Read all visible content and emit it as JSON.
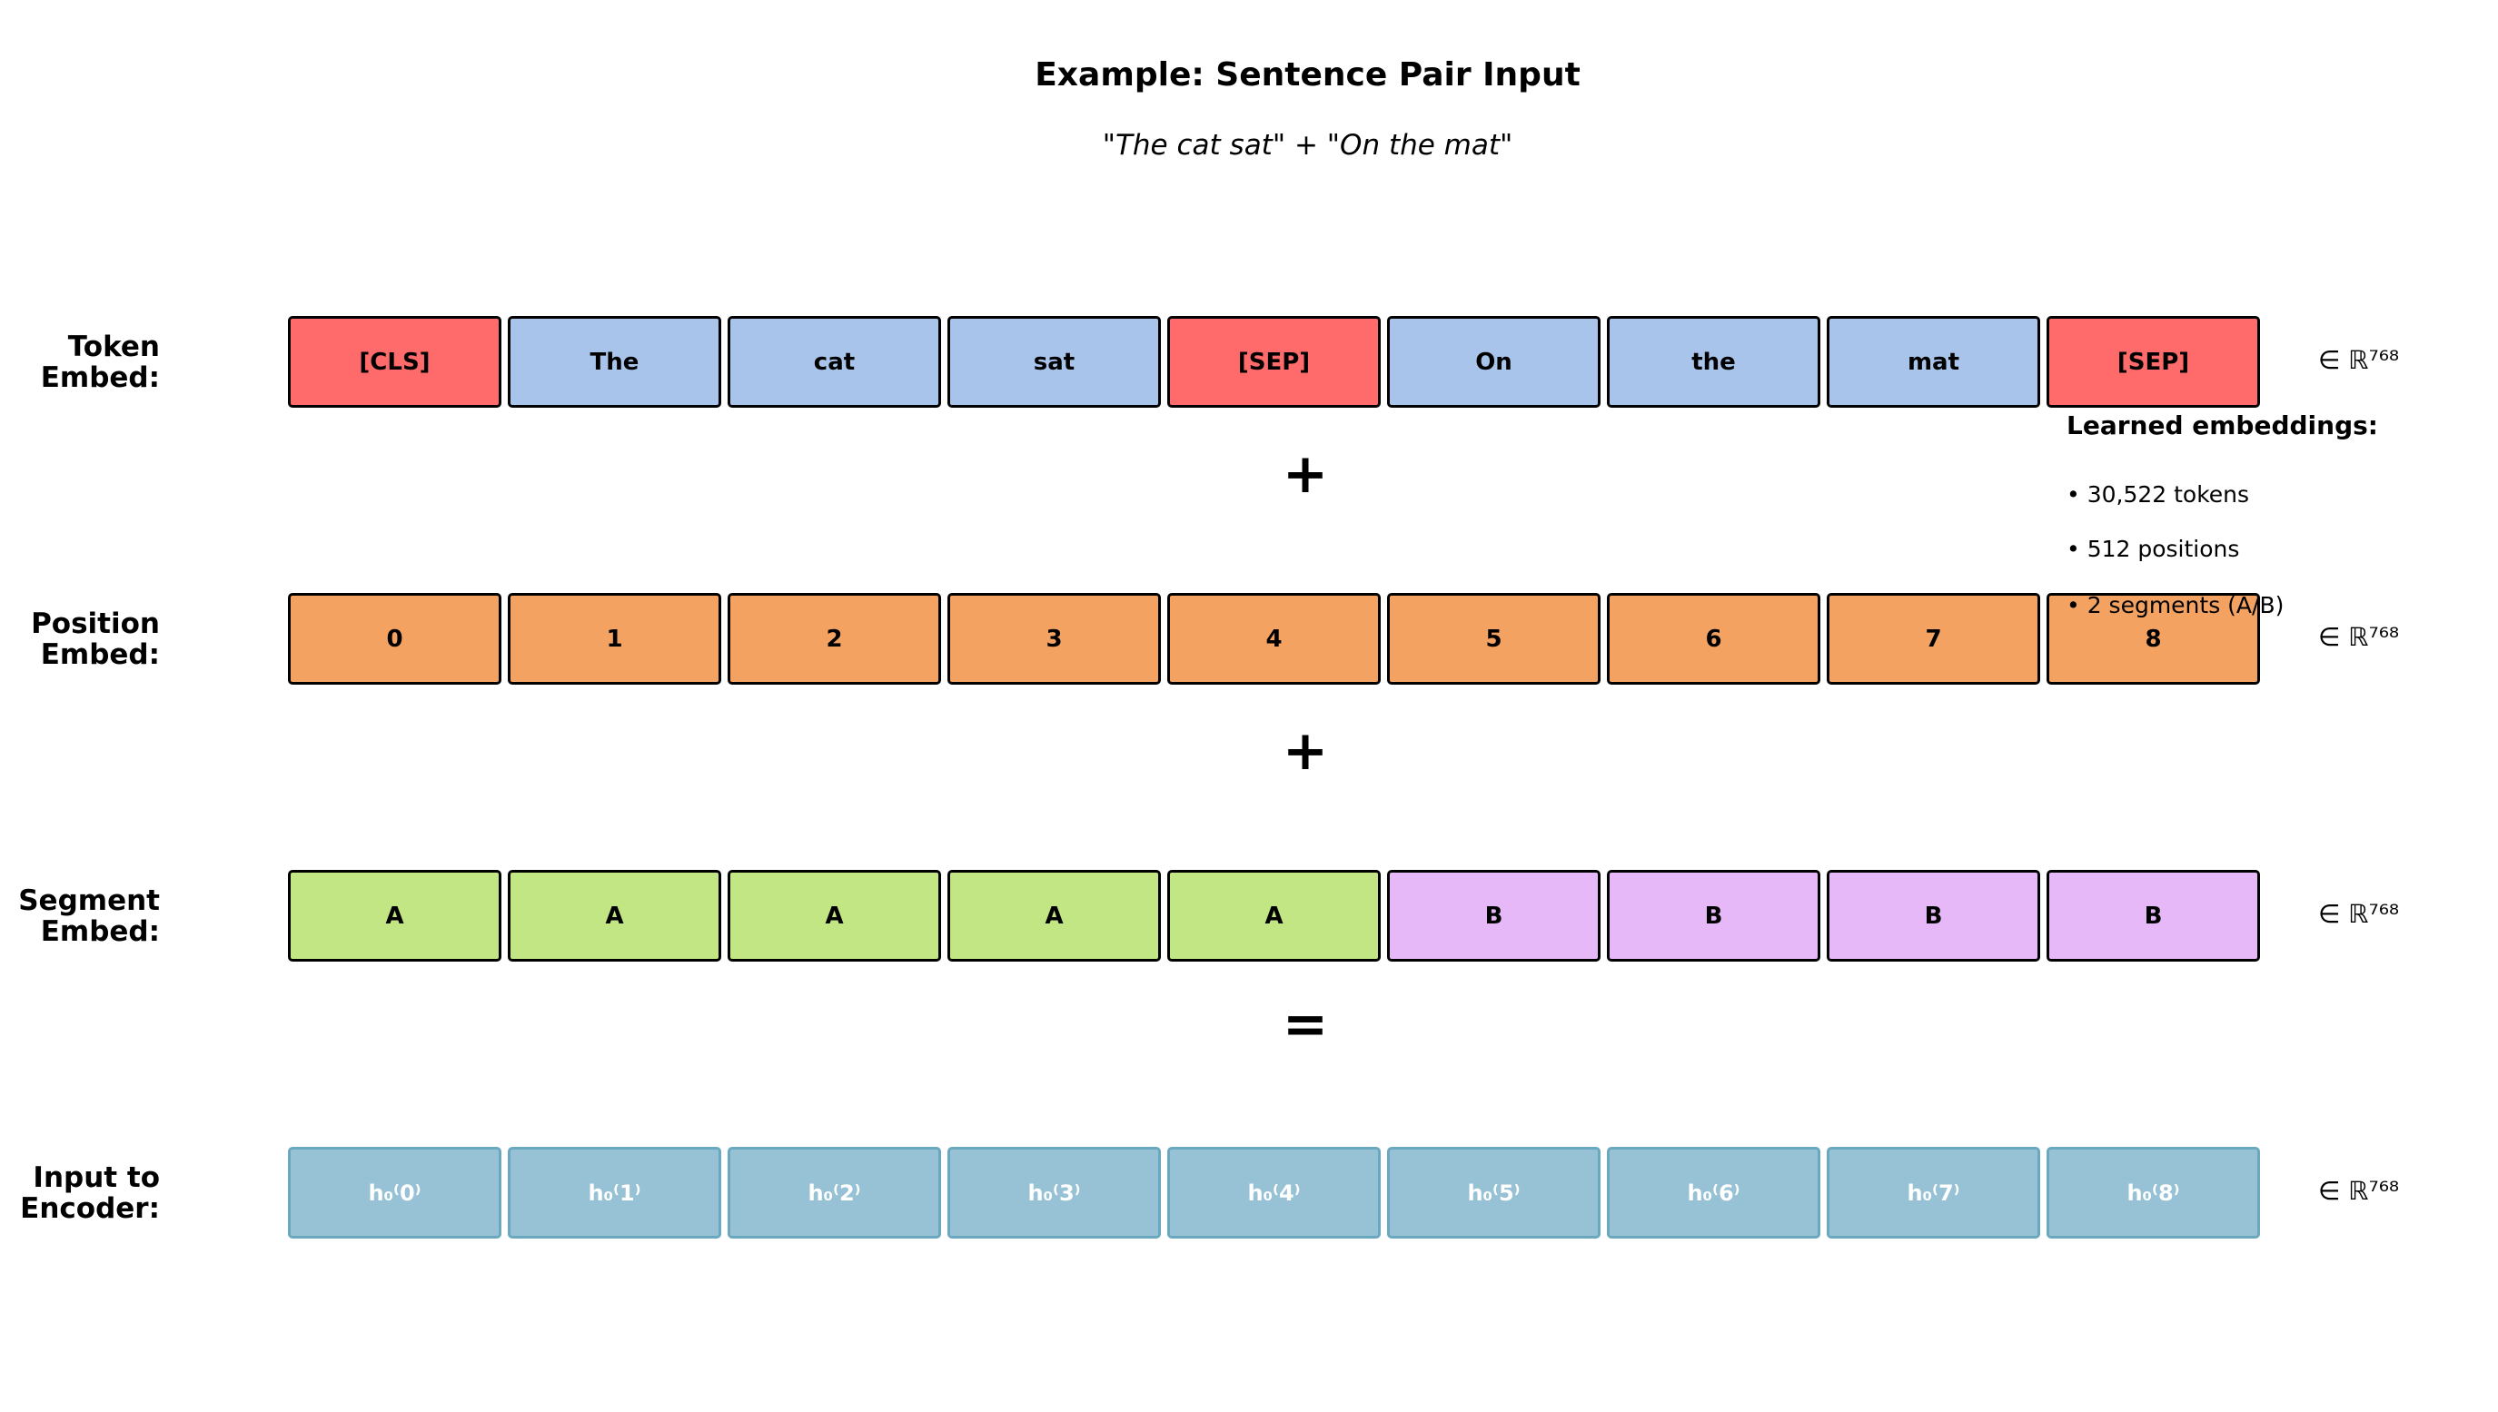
{
  "title": "Example: Sentence Pair Input",
  "subtitle": "\"The cat sat\" + \"On the mat\"",
  "colors": {
    "special_token": "#ff6b6b",
    "word_token": "#a8c4ea",
    "position": "#f4a261",
    "segment_a": "#c1e683",
    "segment_b": "#e6b8f7",
    "output": "#97c1d4"
  },
  "rows": [
    {
      "label": "Token\nEmbed:",
      "dim": "∈ ℝ⁷⁶⁸",
      "cells": [
        {
          "text": "[CLS]",
          "color": "#ff6b6b"
        },
        {
          "text": "The",
          "color": "#a8c4ea"
        },
        {
          "text": "cat",
          "color": "#a8c4ea"
        },
        {
          "text": "sat",
          "color": "#a8c4ea"
        },
        {
          "text": "[SEP]",
          "color": "#ff6b6b"
        },
        {
          "text": "On",
          "color": "#a8c4ea"
        },
        {
          "text": "the",
          "color": "#a8c4ea"
        },
        {
          "text": "mat",
          "color": "#a8c4ea"
        },
        {
          "text": "[SEP]",
          "color": "#ff6b6b"
        }
      ]
    },
    {
      "label": "Position\nEmbed:",
      "dim": "∈ ℝ⁷⁶⁸",
      "cells": [
        {
          "text": "0",
          "color": "#f4a261"
        },
        {
          "text": "1",
          "color": "#f4a261"
        },
        {
          "text": "2",
          "color": "#f4a261"
        },
        {
          "text": "3",
          "color": "#f4a261"
        },
        {
          "text": "4",
          "color": "#f4a261"
        },
        {
          "text": "5",
          "color": "#f4a261"
        },
        {
          "text": "6",
          "color": "#f4a261"
        },
        {
          "text": "7",
          "color": "#f4a261"
        },
        {
          "text": "8",
          "color": "#f4a261"
        }
      ]
    },
    {
      "label": "Segment\nEmbed:",
      "dim": "∈ ℝ⁷⁶⁸",
      "cells": [
        {
          "text": "A",
          "color": "#c1e683"
        },
        {
          "text": "A",
          "color": "#c1e683"
        },
        {
          "text": "A",
          "color": "#c1e683"
        },
        {
          "text": "A",
          "color": "#c1e683"
        },
        {
          "text": "A",
          "color": "#c1e683"
        },
        {
          "text": "B",
          "color": "#e6b8f7"
        },
        {
          "text": "B",
          "color": "#e6b8f7"
        },
        {
          "text": "B",
          "color": "#e6b8f7"
        },
        {
          "text": "B",
          "color": "#e6b8f7"
        }
      ]
    },
    {
      "label": "Input to\nEncoder:",
      "dim": "∈ ℝ⁷⁶⁸",
      "cells": [
        {
          "text": "h₀⁽0⁾",
          "color": "#97c1d4"
        },
        {
          "text": "h₀⁽1⁾",
          "color": "#97c1d4"
        },
        {
          "text": "h₀⁽2⁾",
          "color": "#97c1d4"
        },
        {
          "text": "h₀⁽3⁾",
          "color": "#97c1d4"
        },
        {
          "text": "h₀⁽4⁾",
          "color": "#97c1d4"
        },
        {
          "text": "h₀⁽5⁾",
          "color": "#97c1d4"
        },
        {
          "text": "h₀⁽6⁾",
          "color": "#97c1d4"
        },
        {
          "text": "h₀⁽7⁾",
          "color": "#97c1d4"
        },
        {
          "text": "h₀⁽8⁾",
          "color": "#97c1d4"
        }
      ]
    }
  ],
  "operators": [
    "+",
    "+",
    "="
  ],
  "notes": {
    "title": "Learned embeddings:",
    "items": [
      "• 30,522 tokens",
      "• 512 positions",
      "• 2 segments (A/B)"
    ]
  }
}
